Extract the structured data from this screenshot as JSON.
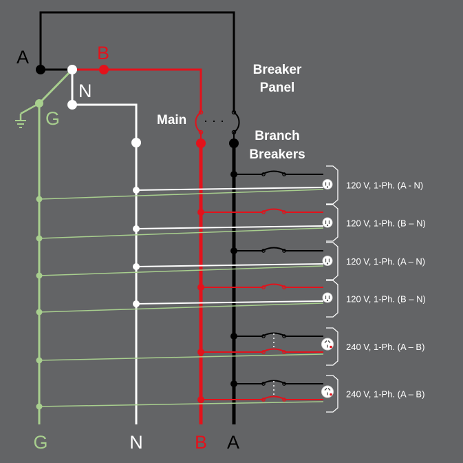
{
  "colors": {
    "background": "#636466",
    "phase_a": "#000000",
    "phase_b": "#e3121b",
    "neutral": "#ffffff",
    "ground": "#a8cf8e"
  },
  "labels": {
    "top_a": "A",
    "top_b": "B",
    "top_n": "N",
    "top_g": "G",
    "panel": [
      "Breaker",
      "Panel"
    ],
    "main": "Main",
    "branch": [
      "Branch",
      "Breakers"
    ],
    "bottom_g": "G",
    "bottom_n": "N",
    "bottom_b": "B",
    "bottom_a": "A"
  },
  "circuits": [
    {
      "label": "120 V, 1-Ph.  (A - N)",
      "type": "120",
      "phases": [
        "A"
      ]
    },
    {
      "label": "120 V, 1-Ph.  (B – N)",
      "type": "120",
      "phases": [
        "B"
      ]
    },
    {
      "label": "120 V, 1-Ph.  (A – N)",
      "type": "120",
      "phases": [
        "A"
      ]
    },
    {
      "label": "120 V, 1-Ph.  (B – N)",
      "type": "120",
      "phases": [
        "B"
      ]
    },
    {
      "label": "240 V, 1-Ph.  (A – B)",
      "type": "240",
      "phases": [
        "A",
        "B"
      ]
    },
    {
      "label": "240 V, 1-Ph.  (A – B)",
      "type": "240",
      "phases": [
        "A",
        "B"
      ]
    }
  ],
  "icons": {
    "ground_symbol": "ground-symbol-icon",
    "receptacle_120": "receptacle-120v-icon",
    "receptacle_240": "receptacle-240v-icon",
    "breaker": "breaker-icon"
  }
}
